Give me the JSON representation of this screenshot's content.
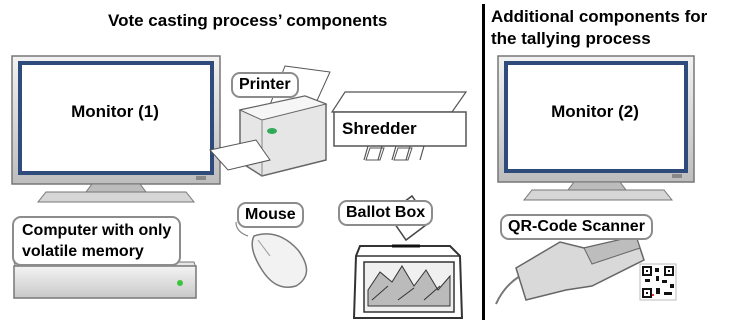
{
  "headings": {
    "left": "Vote casting process’ components",
    "right_line1": "Additional components for",
    "right_line2": "the tallying process"
  },
  "labels": {
    "monitor1": "Monitor (1)",
    "monitor2": "Monitor (2)",
    "printer": "Printer",
    "shredder": "Shredder",
    "computer_line1": "Computer with only",
    "computer_line2": "volatile memory",
    "mouse": "Mouse",
    "ballot_box": "Ballot Box",
    "qr_scanner": "QR-Code Scanner"
  },
  "colors": {
    "screen_border": "#2f4b7c",
    "device_gray": "#d6d6d6",
    "led_green": "#3cc43c"
  }
}
